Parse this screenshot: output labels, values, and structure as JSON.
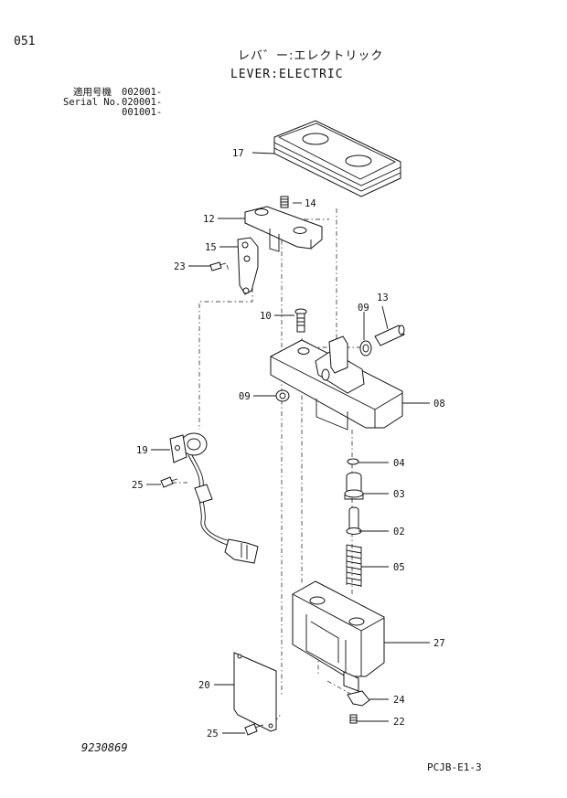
{
  "page_number": "051",
  "title_jp": "レバ゛ー:エレクトリック",
  "title_en": "LEVER:ELECTRIC",
  "serial": {
    "label_jp": "適用号機",
    "label_en": "Serial No.",
    "values": [
      "002001-",
      "020001-",
      "001001-"
    ]
  },
  "callouts": [
    {
      "id": "c17",
      "label": "17"
    },
    {
      "id": "c14",
      "label": "14"
    },
    {
      "id": "c12",
      "label": "12"
    },
    {
      "id": "c15",
      "label": "15"
    },
    {
      "id": "c23",
      "label": "23"
    },
    {
      "id": "c10",
      "label": "10"
    },
    {
      "id": "c09a",
      "label": "09"
    },
    {
      "id": "c13",
      "label": "13"
    },
    {
      "id": "c09b",
      "label": "09"
    },
    {
      "id": "c08",
      "label": "08"
    },
    {
      "id": "c19",
      "label": "19"
    },
    {
      "id": "c04",
      "label": "04"
    },
    {
      "id": "c25a",
      "label": "25"
    },
    {
      "id": "c03",
      "label": "03"
    },
    {
      "id": "c02",
      "label": "02"
    },
    {
      "id": "c05",
      "label": "05"
    },
    {
      "id": "c27",
      "label": "27"
    },
    {
      "id": "c20",
      "label": "20"
    },
    {
      "id": "c24",
      "label": "24"
    },
    {
      "id": "c22",
      "label": "22"
    },
    {
      "id": "c25b",
      "label": "25"
    }
  ],
  "drawing_number": "9230869",
  "sheet_code": "PCJB-E1-3"
}
